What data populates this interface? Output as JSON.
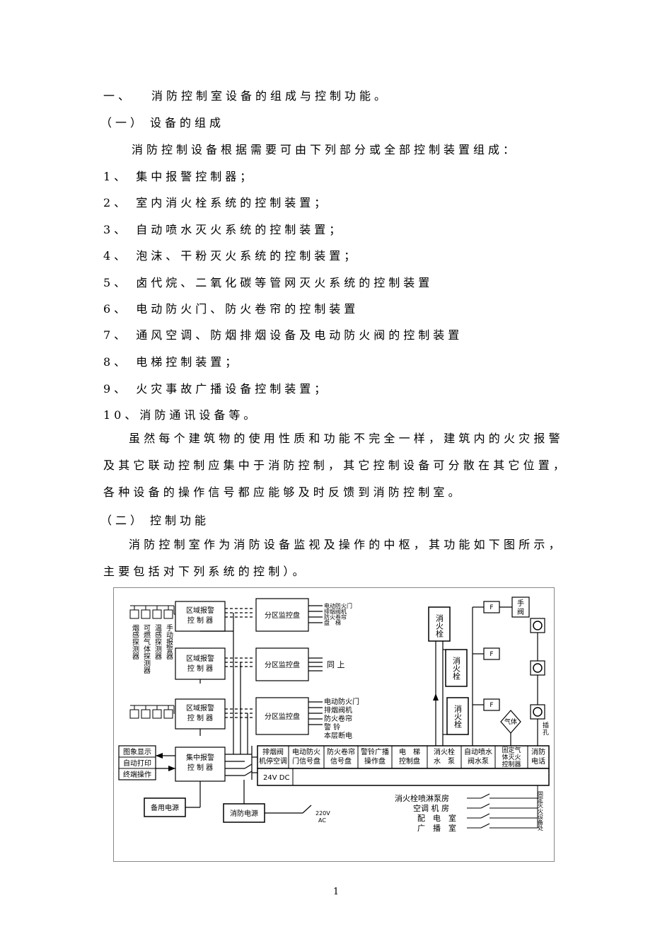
{
  "heading1": {
    "num": "一、",
    "text": "消防控制室设备的组成与控制功能。"
  },
  "section1": {
    "label": "（一）",
    "text": "设备的组成"
  },
  "intro": "消防控制设备根据需要可由下列部分或全部控制装置组成：",
  "items": [
    "1、 集中报警控制器；",
    "2、 室内消火栓系统的控制装置；",
    "3、 自动喷水灭火系统的控制装置；",
    "4、 泡沫、干粉灭火系统的控制装置；",
    "5、 卤代烷、二氧化碳等管网灭火系统的控制装置",
    "6、 电动防火门、防火卷帘的控制装置",
    "7、 通风空调、防烟排烟设备及电动防火阀的控制装置",
    "8、 电梯控制装置；",
    "9、 火灾事故广播设备控制装置；",
    "10、消防通讯设备等。"
  ],
  "para1": "虽然每个建筑物的使用性质和功能不完全一样，建筑内的火灾报警及其它联动控制应集中于消防控制，其它控制设备可分散在其它位置，各种设备的操作信号都应能够及时反馈到消防控制室。",
  "section2": {
    "label": "（二）",
    "text": "控制功能"
  },
  "para2": "消防控制室作为消防设备监视及操作的中枢，其功能如下图所示，主要包括对下列系统的控制）。",
  "diagram": {
    "detectors": [
      "烟感探测器",
      "可燃气体探测器",
      "温感探测器",
      "手动报警器"
    ],
    "zone_panel": [
      "区域报警",
      "控 制 器"
    ],
    "sub_panel": "分区监控盘",
    "group1_outputs": [
      "电动防火门",
      "排烟阀机",
      "防火卷帘",
      "盘　梯"
    ],
    "group2_outputs": [
      "同 上"
    ],
    "group3_outputs": [
      "电动防火门",
      "排烟阀机",
      "防火卷帘",
      "警 铃",
      "本层断电"
    ],
    "left_functions": [
      "图象显示",
      "自动打印",
      "终端操作"
    ],
    "central_panel": [
      "集中报警",
      "控 制 器"
    ],
    "backup_power": "备用电源",
    "fire_power": "消防电源",
    "ac_label": [
      "220V",
      "AC"
    ],
    "dc_label": "24V DC",
    "bus_cells": [
      [
        "排烟阀",
        "机停空调"
      ],
      [
        "电动防火",
        "门信号盘"
      ],
      [
        "防火卷帘",
        "信号盘"
      ],
      [
        "警铃广播",
        "操作盘"
      ],
      [
        "电　梯",
        "控制盘"
      ],
      [
        "消火栓",
        "水　泵"
      ],
      [
        "自动喷水",
        "阀水泵"
      ],
      [
        "固定气",
        "体灭火",
        "控制器"
      ],
      [
        "消防",
        "电话"
      ]
    ],
    "hydrant": "消火栓",
    "f_box": "F",
    "manual_valve": [
      "手",
      "阀"
    ],
    "gas_label": "气体",
    "jack_label": [
      "插",
      "孔"
    ],
    "rooms": [
      "消火栓喷淋泵房",
      "空调 机 房",
      "配　电　室",
      "广　播　室"
    ],
    "right_vertical": "固定灭火设备处"
  },
  "page_number": "1"
}
